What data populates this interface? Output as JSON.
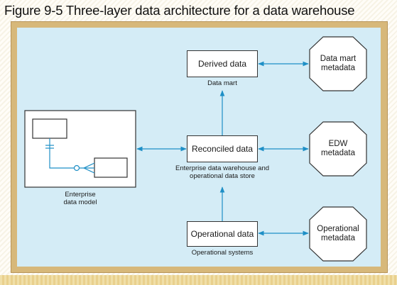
{
  "title": "Figure 9-5 Three-layer data architecture for a data warehouse",
  "layers": {
    "derived": {
      "label": "Derived data",
      "caption": "Data mart"
    },
    "reconciled": {
      "label": "Reconciled data",
      "caption_line1": "Enterprise data warehouse and",
      "caption_line2": "operational data store"
    },
    "operational": {
      "label": "Operational data",
      "caption": "Operational systems"
    }
  },
  "metadata": {
    "datamart": {
      "line1": "Data mart",
      "line2": "metadata"
    },
    "edw": {
      "line1": "EDW",
      "line2": "metadata"
    },
    "operational": {
      "line1": "Operational",
      "line2": "metadata"
    }
  },
  "enterprise_model": {
    "caption_line1": "Enterprise",
    "caption_line2": "data model"
  },
  "colors": {
    "panel": "#d4ecf6",
    "frame": "#d7b87a",
    "arrows": "#1e8fc6",
    "strokes": "#333333"
  }
}
